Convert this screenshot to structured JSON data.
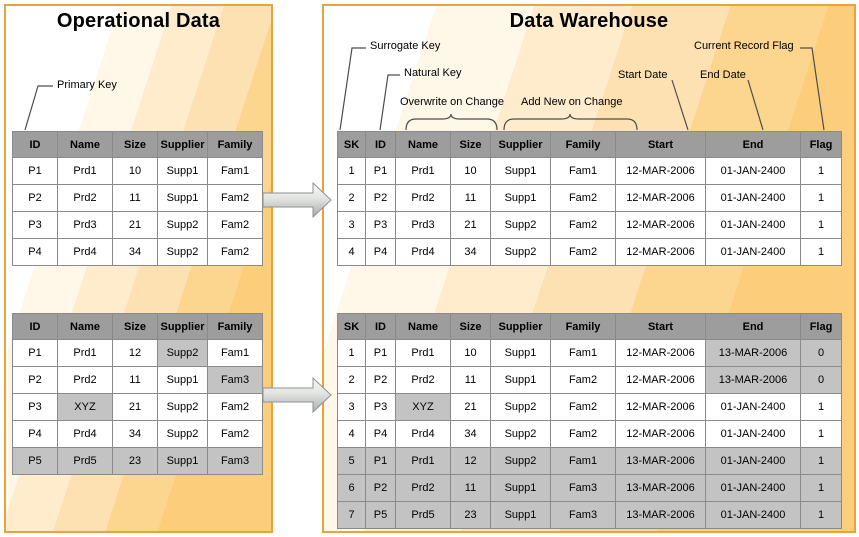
{
  "operational": {
    "title": "Operational Data",
    "table_initial": {
      "headers": [
        "ID",
        "Name",
        "Size",
        "Supplier",
        "Family"
      ],
      "rows": [
        [
          "P1",
          "Prd1",
          "10",
          "Supp1",
          "Fam1"
        ],
        [
          "P2",
          "Prd2",
          "11",
          "Supp1",
          "Fam2"
        ],
        [
          "P3",
          "Prd3",
          "21",
          "Supp2",
          "Fam2"
        ],
        [
          "P4",
          "Prd4",
          "34",
          "Supp2",
          "Fam2"
        ]
      ],
      "highlight_cells": [],
      "highlight_rows": []
    },
    "table_changed": {
      "headers": [
        "ID",
        "Name",
        "Size",
        "Supplier",
        "Family"
      ],
      "rows": [
        [
          "P1",
          "Prd1",
          "12",
          "Supp2",
          "Fam1"
        ],
        [
          "P2",
          "Prd2",
          "11",
          "Supp1",
          "Fam3"
        ],
        [
          "P3",
          "XYZ",
          "21",
          "Supp2",
          "Fam2"
        ],
        [
          "P4",
          "Prd4",
          "34",
          "Supp2",
          "Fam2"
        ],
        [
          "P5",
          "Prd5",
          "23",
          "Supp1",
          "Fam3"
        ]
      ],
      "highlight_cells": [
        [
          0,
          3
        ],
        [
          1,
          4
        ],
        [
          2,
          1
        ]
      ],
      "highlight_rows": [
        4
      ]
    }
  },
  "warehouse": {
    "title": "Data Warehouse",
    "table_initial": {
      "headers": [
        "SK",
        "ID",
        "Name",
        "Size",
        "Supplier",
        "Family",
        "Start",
        "End",
        "Flag"
      ],
      "rows": [
        [
          "1",
          "P1",
          "Prd1",
          "10",
          "Supp1",
          "Fam1",
          "12-MAR-2006",
          "01-JAN-2400",
          "1"
        ],
        [
          "2",
          "P2",
          "Prd2",
          "11",
          "Supp1",
          "Fam2",
          "12-MAR-2006",
          "01-JAN-2400",
          "1"
        ],
        [
          "3",
          "P3",
          "Prd3",
          "21",
          "Supp2",
          "Fam2",
          "12-MAR-2006",
          "01-JAN-2400",
          "1"
        ],
        [
          "4",
          "P4",
          "Prd4",
          "34",
          "Supp2",
          "Fam2",
          "12-MAR-2006",
          "01-JAN-2400",
          "1"
        ]
      ],
      "highlight_cells": [],
      "highlight_rows": []
    },
    "table_changed": {
      "headers": [
        "SK",
        "ID",
        "Name",
        "Size",
        "Supplier",
        "Family",
        "Start",
        "End",
        "Flag"
      ],
      "rows": [
        [
          "1",
          "P1",
          "Prd1",
          "10",
          "Supp1",
          "Fam1",
          "12-MAR-2006",
          "13-MAR-2006",
          "0"
        ],
        [
          "2",
          "P2",
          "Prd2",
          "11",
          "Supp1",
          "Fam2",
          "12-MAR-2006",
          "13-MAR-2006",
          "0"
        ],
        [
          "3",
          "P3",
          "XYZ",
          "21",
          "Supp2",
          "Fam2",
          "12-MAR-2006",
          "01-JAN-2400",
          "1"
        ],
        [
          "4",
          "P4",
          "Prd4",
          "34",
          "Supp2",
          "Fam2",
          "12-MAR-2006",
          "01-JAN-2400",
          "1"
        ],
        [
          "5",
          "P1",
          "Prd1",
          "12",
          "Supp2",
          "Fam1",
          "13-MAR-2006",
          "01-JAN-2400",
          "1"
        ],
        [
          "6",
          "P2",
          "Prd2",
          "11",
          "Supp1",
          "Fam3",
          "13-MAR-2006",
          "01-JAN-2400",
          "1"
        ],
        [
          "7",
          "P5",
          "Prd5",
          "23",
          "Supp1",
          "Fam3",
          "13-MAR-2006",
          "01-JAN-2400",
          "1"
        ]
      ],
      "highlight_cells": [
        [
          0,
          7
        ],
        [
          0,
          8
        ],
        [
          1,
          7
        ],
        [
          1,
          8
        ],
        [
          2,
          2
        ]
      ],
      "highlight_rows": [
        4,
        5,
        6
      ]
    }
  },
  "annotations": {
    "primary_key": "Primary Key",
    "surrogate_key": "Surrogate Key",
    "natural_key": "Natural Key",
    "overwrite_on_change": "Overwrite on Change",
    "add_new_on_change": "Add New on Change",
    "start_date": "Start Date",
    "end_date": "End Date",
    "current_record_flag": "Current Record Flag"
  },
  "colors": {
    "panel_border": "#E9A33C",
    "panel_orange": "#FCCE7C",
    "table_header_bg": "#9D9D9D",
    "highlight_bg": "#C3C3C3",
    "table_border": "#8A8A8A",
    "arrow_fill_light": "#F5F6F4",
    "arrow_fill_dark": "#A9AAAC"
  }
}
